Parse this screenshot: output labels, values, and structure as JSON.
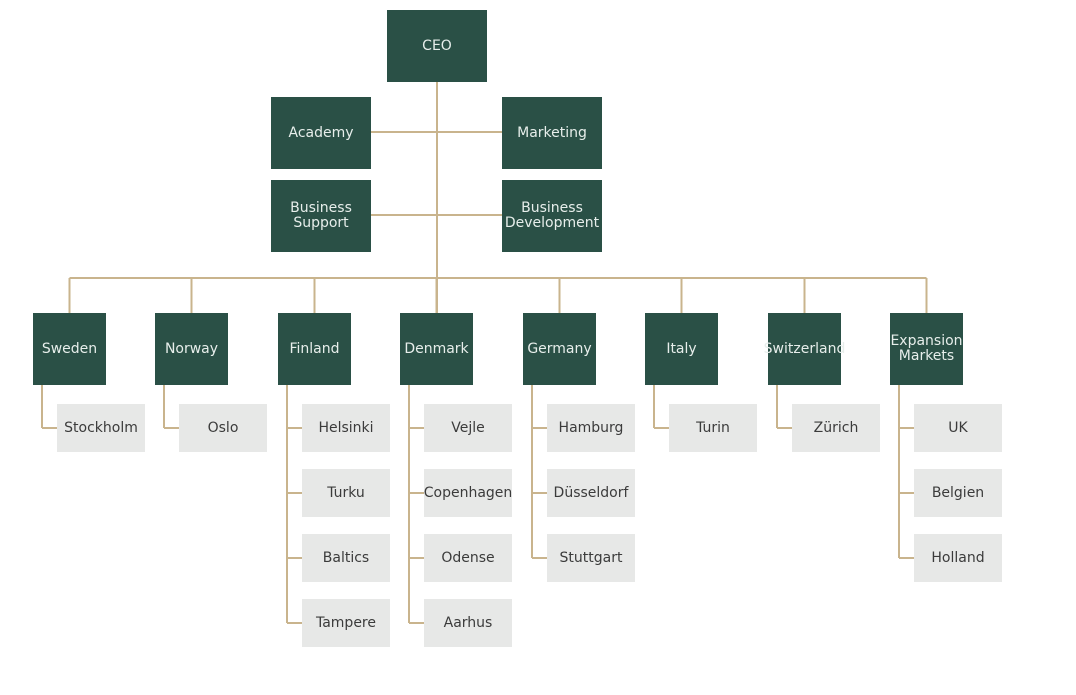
{
  "colors": {
    "node_dark": "#2a5046",
    "node_light": "#e7e8e7",
    "connector": "#c9b48d"
  },
  "org": {
    "ceo": "CEO",
    "staff": {
      "academy": "Academy",
      "marketing": "Marketing",
      "business_support": "Business\nSupport",
      "business_development": "Business\nDevelopment"
    },
    "countries": [
      {
        "name": "Sweden",
        "offices": [
          "Stockholm"
        ]
      },
      {
        "name": "Norway",
        "offices": [
          "Oslo"
        ]
      },
      {
        "name": "Finland",
        "offices": [
          "Helsinki",
          "Turku",
          "Baltics",
          "Tampere"
        ]
      },
      {
        "name": "Denmark",
        "offices": [
          "Vejle",
          "Copenhagen",
          "Odense",
          "Aarhus"
        ]
      },
      {
        "name": "Germany",
        "offices": [
          "Hamburg",
          "Düsseldorf",
          "Stuttgart"
        ]
      },
      {
        "name": "Italy",
        "offices": [
          "Turin"
        ]
      },
      {
        "name": "Switzerland",
        "offices": [
          "Zürich"
        ]
      },
      {
        "name": "Expansion\nMarkets",
        "offices": [
          "UK",
          "Belgien",
          "Holland"
        ]
      }
    ]
  }
}
